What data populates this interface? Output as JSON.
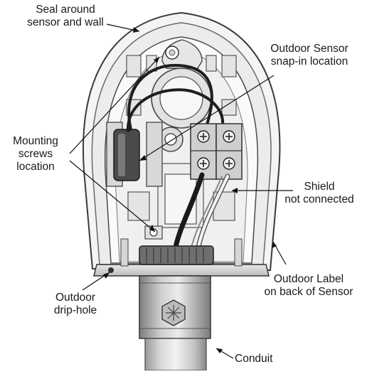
{
  "diagram": {
    "subject": "Outdoor sensor enclosure with open cover, mounted on conduit",
    "callouts": {
      "seal": {
        "line1": "Seal around",
        "line2": "sensor and wall"
      },
      "snap_in": {
        "line1": "Outdoor Sensor",
        "line2": "snap-in location"
      },
      "mounting": {
        "line1": "Mounting",
        "line2": "screws",
        "line3": "location"
      },
      "shield": {
        "line1": "Shield",
        "line2": "not connected"
      },
      "drip_hole": {
        "line1": "Outdoor",
        "line2": "drip-hole"
      },
      "label": {
        "line1": "Outdoor Label",
        "line2": "on back of Sensor"
      },
      "conduit": {
        "line1": "Conduit"
      }
    },
    "icons": [
      "screw-icon",
      "terminal-block-icon",
      "cable-icon",
      "nut-icon"
    ]
  }
}
